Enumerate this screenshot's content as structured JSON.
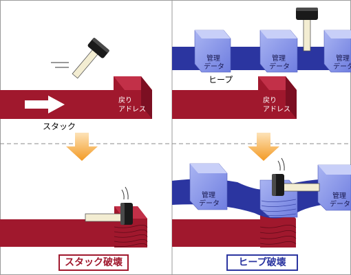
{
  "labels": {
    "return_address": [
      "戻り",
      "アドレス"
    ],
    "management_data": [
      "管理",
      "データ"
    ],
    "stack": "スタック",
    "heap": "ヒープ"
  },
  "captions": {
    "stack_destruction": "スタック破壊",
    "heap_destruction": "ヒープ破壊"
  },
  "colors": {
    "stack_red": "#a0182d",
    "stack_red_dark": "#7c0f22",
    "heap_blue": "#2b35a0",
    "block_blue": "#6f7ee0",
    "arrow_orange": "#f7a23a",
    "divider": "#8a8a8a"
  },
  "icons": [
    "hammer-icon",
    "arrow-right-icon",
    "arrow-down-icon"
  ]
}
